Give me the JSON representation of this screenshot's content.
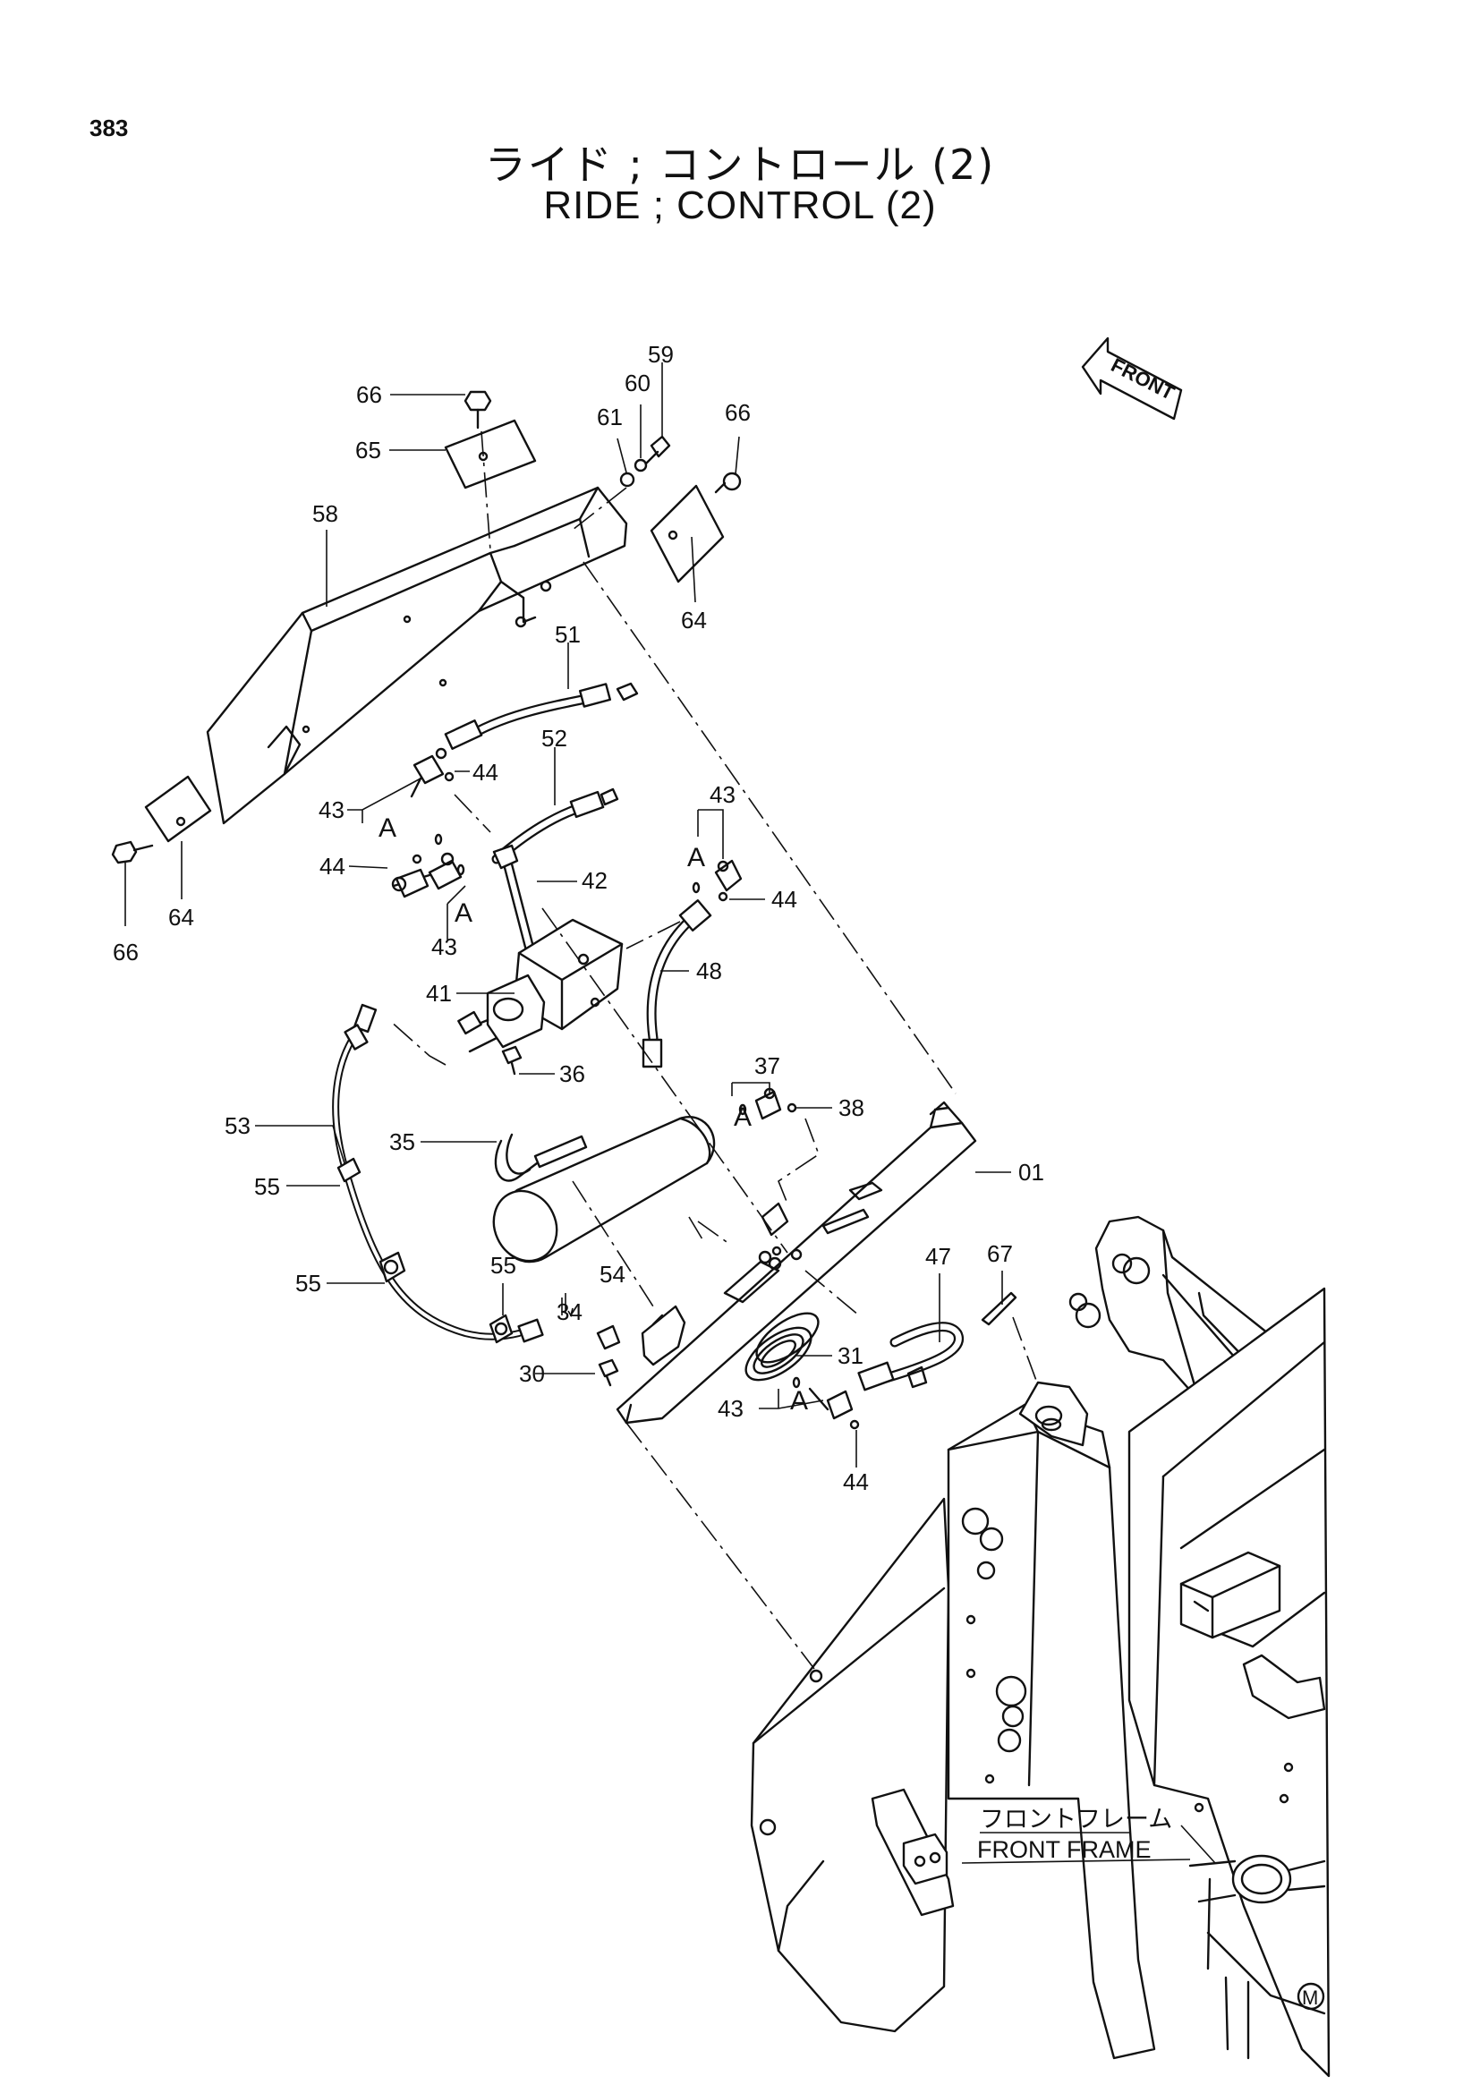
{
  "page_number": "383",
  "title_jp": "ライド ; コントロール (2)",
  "title_en": "RIDE ; CONTROL (2)",
  "front_indicator": "FRONT",
  "frame_label_jp": "フロントフレーム",
  "frame_label_en": "FRONT FRAME",
  "reference_letter": "A",
  "corner_mark": "M",
  "callouts": {
    "c01": "01",
    "c30": "30",
    "c31": "31",
    "c34": "34",
    "c35": "35",
    "c36": "36",
    "c37": "37",
    "c38": "38",
    "c41": "41",
    "c42": "42",
    "c43a": "43",
    "c43b": "43",
    "c43c": "43",
    "c43d": "43",
    "c44a": "44",
    "c44b": "44",
    "c44c": "44",
    "c44d": "44",
    "c47": "47",
    "c48": "48",
    "c51": "51",
    "c52": "52",
    "c53": "53",
    "c54": "54",
    "c55a": "55",
    "c55b": "55",
    "c55c": "55",
    "c58": "58",
    "c59": "59",
    "c60": "60",
    "c61": "61",
    "c64a": "64",
    "c64b": "64",
    "c65": "65",
    "c66a": "66",
    "c66b": "66",
    "c66c": "66",
    "c67": "67"
  }
}
